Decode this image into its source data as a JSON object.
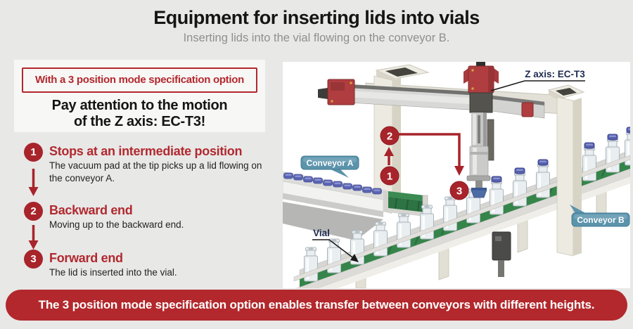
{
  "header": {
    "title": "Equipment for inserting lids into vials",
    "subtitle": "Inserting lids into the vial flowing on the conveyor B."
  },
  "left_panel": {
    "option_label": "With a 3 position mode specification option",
    "warning_line1": "Pay attention to the motion",
    "warning_line2": "of the Z axis: EC-T3!"
  },
  "steps": [
    {
      "number": "1",
      "heading": "Stops at an intermediate position",
      "body": "The vacuum pad at the tip picks up a lid flowing on the conveyor A."
    },
    {
      "number": "2",
      "heading": "Backward end",
      "body": "Moving up to the backward end."
    },
    {
      "number": "3",
      "heading": "Forward end",
      "body": "The lid is inserted into the vial."
    }
  ],
  "illustration": {
    "z_axis_label": "Z axis: EC-T3",
    "conveyor_a_label": "Conveyor A",
    "conveyor_b_label": "Conveyor B",
    "vial_label": "Vial",
    "markers": [
      "1",
      "2",
      "3"
    ]
  },
  "banner": {
    "text": "The 3 position mode specification option enables transfer between conveyors with different heights."
  },
  "colors": {
    "accent_red": "#a8242b",
    "border_red": "#b3282d",
    "banner_red": "#b2282c",
    "label_teal": "#5b93ab",
    "label_navy": "#1d2b4f",
    "lid_blue": "#5a64b2",
    "belt_green": "#35854a"
  }
}
